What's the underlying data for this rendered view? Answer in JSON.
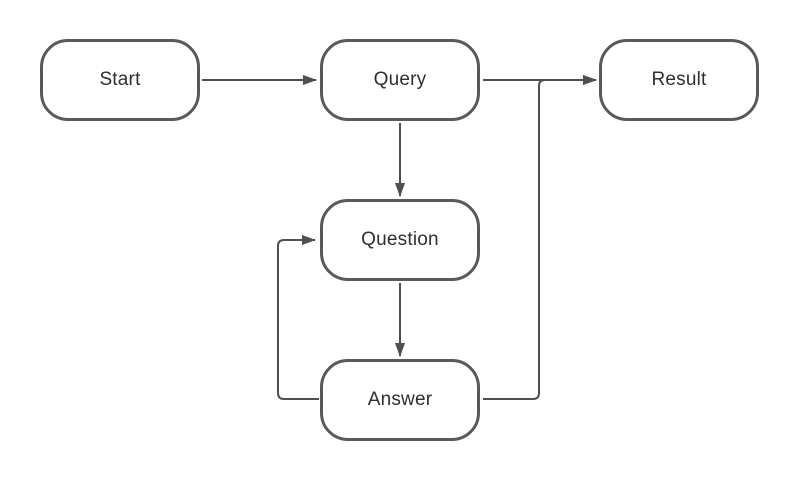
{
  "diagram": {
    "type": "flowchart",
    "background": "#ffffff",
    "colors": {
      "node_border": "#595959",
      "node_fill": "#ffffff",
      "edge": "#4f4f4f",
      "text": "#2e2e2e"
    },
    "nodes": [
      {
        "id": "start",
        "label": "Start",
        "shape": "rounded-rectangle"
      },
      {
        "id": "query",
        "label": "Query",
        "shape": "rounded-rectangle"
      },
      {
        "id": "result",
        "label": "Result",
        "shape": "rounded-rectangle"
      },
      {
        "id": "question",
        "label": "Question",
        "shape": "rounded-rectangle"
      },
      {
        "id": "answer",
        "label": "Answer",
        "shape": "rounded-rectangle"
      }
    ],
    "edges": [
      {
        "from": "start",
        "to": "query"
      },
      {
        "from": "query",
        "to": "result"
      },
      {
        "from": "query",
        "to": "question"
      },
      {
        "from": "question",
        "to": "answer"
      },
      {
        "from": "answer",
        "to": "question"
      },
      {
        "from": "answer",
        "to": "result"
      }
    ]
  }
}
